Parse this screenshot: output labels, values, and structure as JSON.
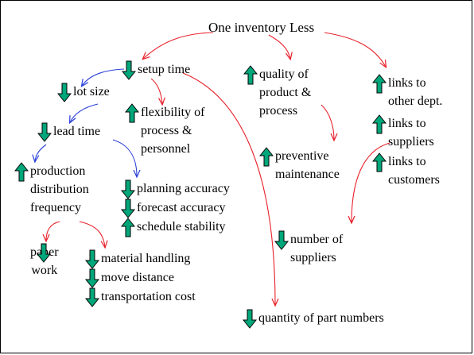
{
  "title": "One inventory Less",
  "colors": {
    "arrow_fill": "#00a77a",
    "arrow_stroke": "#000000",
    "red_link": "#e8202a",
    "blue_link": "#2a3fd8"
  },
  "nodes": {
    "setup_time": {
      "lines": [
        "setup time"
      ],
      "trend": "down"
    },
    "lot_size": {
      "lines": [
        "lot size"
      ],
      "trend": "down"
    },
    "lead_time": {
      "lines": [
        "lead time"
      ],
      "trend": "down"
    },
    "production_distribution_frequency": {
      "lines": [
        "production",
        "distribution",
        "frequency"
      ],
      "trend": "up"
    },
    "paper_work": {
      "lines": [
        "paper",
        "work"
      ],
      "trend": "down"
    },
    "flexibility": {
      "lines": [
        "flexibility of",
        "process &",
        "personnel"
      ],
      "trend": "up"
    },
    "planning_accuracy": {
      "lines": [
        "planning accuracy"
      ],
      "trend": "down"
    },
    "forecast_accuracy": {
      "lines": [
        "forecast accuracy"
      ],
      "trend": "down"
    },
    "schedule_stability": {
      "lines": [
        "schedule stability"
      ],
      "trend": "up"
    },
    "material_handling": {
      "lines": [
        "material handling"
      ],
      "trend": "down"
    },
    "move_distance": {
      "lines": [
        "move distance"
      ],
      "trend": "down"
    },
    "transportation_cost": {
      "lines": [
        "transportation cost"
      ],
      "trend": "down"
    },
    "quality": {
      "lines": [
        "quality of",
        "product &",
        "process"
      ],
      "trend": "up"
    },
    "preventive_maintenance": {
      "lines": [
        "preventive",
        "maintenance"
      ],
      "trend": "up"
    },
    "number_of_suppliers": {
      "lines": [
        "number of",
        "suppliers"
      ],
      "trend": "down"
    },
    "quantity_of_part_numbers": {
      "lines": [
        "quantity of part numbers"
      ],
      "trend": "down"
    },
    "links_other_dept": {
      "lines": [
        "links to",
        "other dept."
      ],
      "trend": "up"
    },
    "links_suppliers": {
      "lines": [
        "links to",
        "suppliers"
      ],
      "trend": "up"
    },
    "links_customers": {
      "lines": [
        "links to",
        "customers"
      ],
      "trend": "up"
    }
  }
}
